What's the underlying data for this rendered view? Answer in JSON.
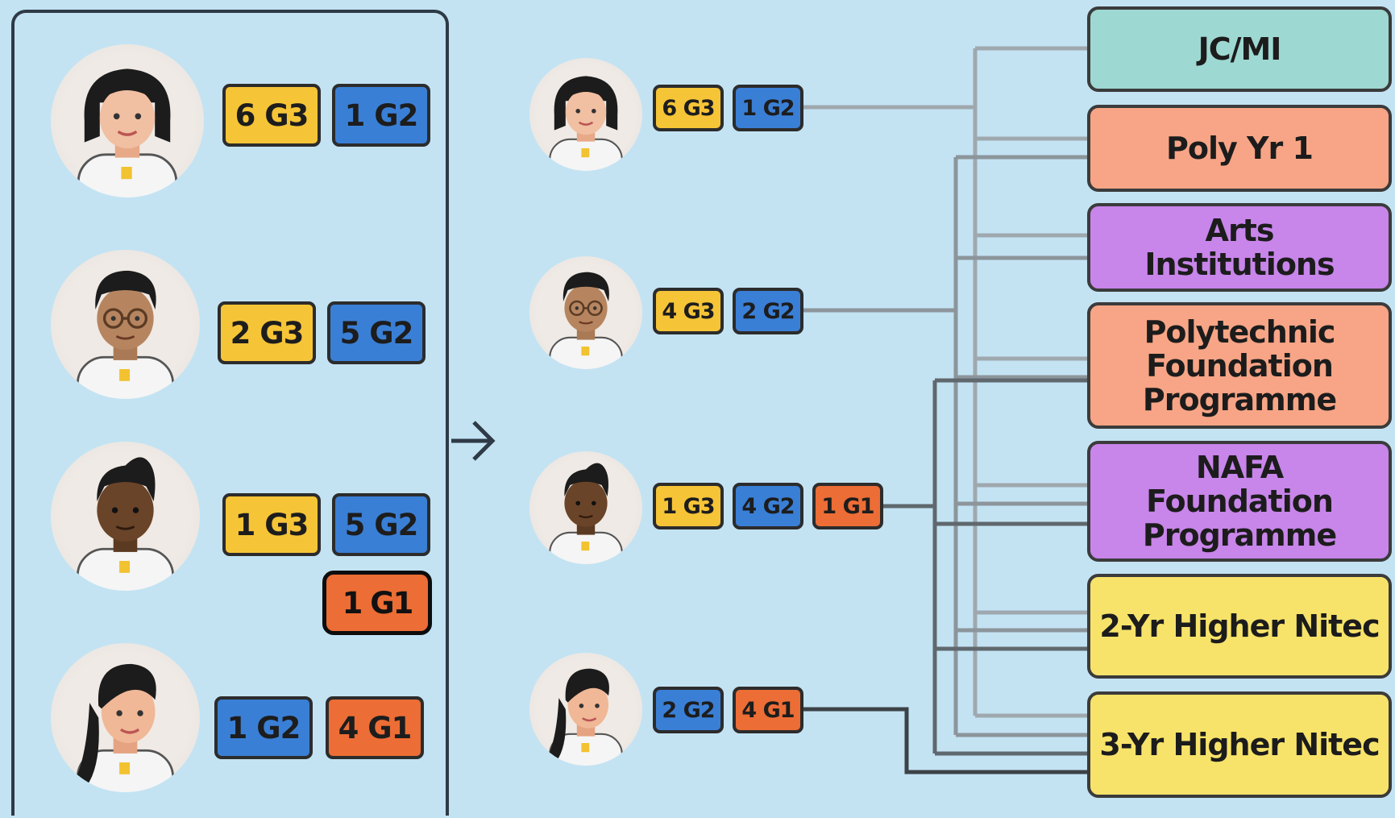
{
  "students_left": [
    {
      "badges": [
        {
          "label": "6 G3",
          "level": "G3"
        },
        {
          "label": "1 G2",
          "level": "G2"
        }
      ]
    },
    {
      "badges": [
        {
          "label": "2 G3",
          "level": "G3"
        },
        {
          "label": "5 G2",
          "level": "G2"
        }
      ]
    },
    {
      "badges": [
        {
          "label": "1 G3",
          "level": "G3"
        },
        {
          "label": "5 G2",
          "level": "G2"
        }
      ],
      "extra_badge": "1 G1"
    },
    {
      "badges": [
        {
          "label": "1 G2",
          "level": "G2"
        },
        {
          "label": "4 G1",
          "level": "G1"
        }
      ]
    }
  ],
  "students_right": [
    {
      "badges": [
        {
          "label": "6 G3",
          "level": "G3"
        },
        {
          "label": "1 G2",
          "level": "G2"
        }
      ]
    },
    {
      "badges": [
        {
          "label": "4 G3",
          "level": "G3"
        },
        {
          "label": "2 G2",
          "level": "G2"
        }
      ]
    },
    {
      "badges": [
        {
          "label": "1 G3",
          "level": "G3"
        },
        {
          "label": "4 G2",
          "level": "G2"
        },
        {
          "label": "1 G1",
          "level": "G1"
        }
      ]
    },
    {
      "badges": [
        {
          "label": "2 G2",
          "level": "G2"
        },
        {
          "label": "4 G1",
          "level": "G1"
        }
      ]
    }
  ],
  "destinations": [
    {
      "label": "JC/MI",
      "color": "#9ed8d2"
    },
    {
      "label": "Poly Yr 1",
      "color": "#f7a586"
    },
    {
      "label": "Arts\nInstitutions",
      "color": "#c885ea"
    },
    {
      "label": "Polytechnic\nFoundation\nProgramme",
      "color": "#f7a586"
    },
    {
      "label": "NAFA\nFoundation\nProgramme",
      "color": "#c885ea"
    },
    {
      "label": "2-Yr Higher Nitec",
      "color": "#f7e36a"
    },
    {
      "label": "3-Yr Higher Nitec",
      "color": "#f7e36a"
    }
  ],
  "colors": {
    "G3": "#f6c437",
    "G2": "#3a7fd6",
    "G1": "#ec6d35",
    "background": "#c3e3f3"
  }
}
